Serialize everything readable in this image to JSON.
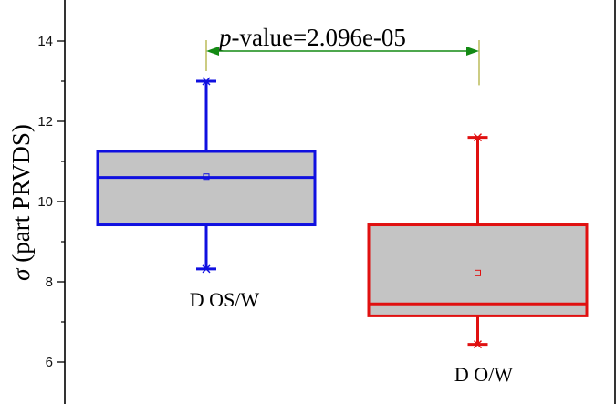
{
  "chart_data": {
    "type": "box",
    "ylabel_symbol": "σ",
    "ylabel_text": " (part PRVDS)",
    "ylim": [
      5.0,
      15.0
    ],
    "yticks_major": [
      6,
      8,
      10,
      12,
      14
    ],
    "yticks_minor": [
      7,
      9,
      11,
      13
    ],
    "series": [
      {
        "name": "D OS/W",
        "color": "#1010e0",
        "fill": "#c4c4c4",
        "whisker_low": 8.32,
        "q1": 9.42,
        "median": 10.6,
        "q3": 11.25,
        "whisker_high": 13.0,
        "mean": 10.62
      },
      {
        "name": "D O/W",
        "color": "#e01010",
        "fill": "#c4c4c4",
        "whisker_low": 6.44,
        "q1": 7.15,
        "median": 7.45,
        "q3": 9.42,
        "whisker_high": 11.6,
        "mean": 8.22
      }
    ],
    "annotation": {
      "p_italic": "p",
      "p_rest": "-value=2.096e-05",
      "color": "#138a13",
      "y_arrow": 13.75
    }
  }
}
